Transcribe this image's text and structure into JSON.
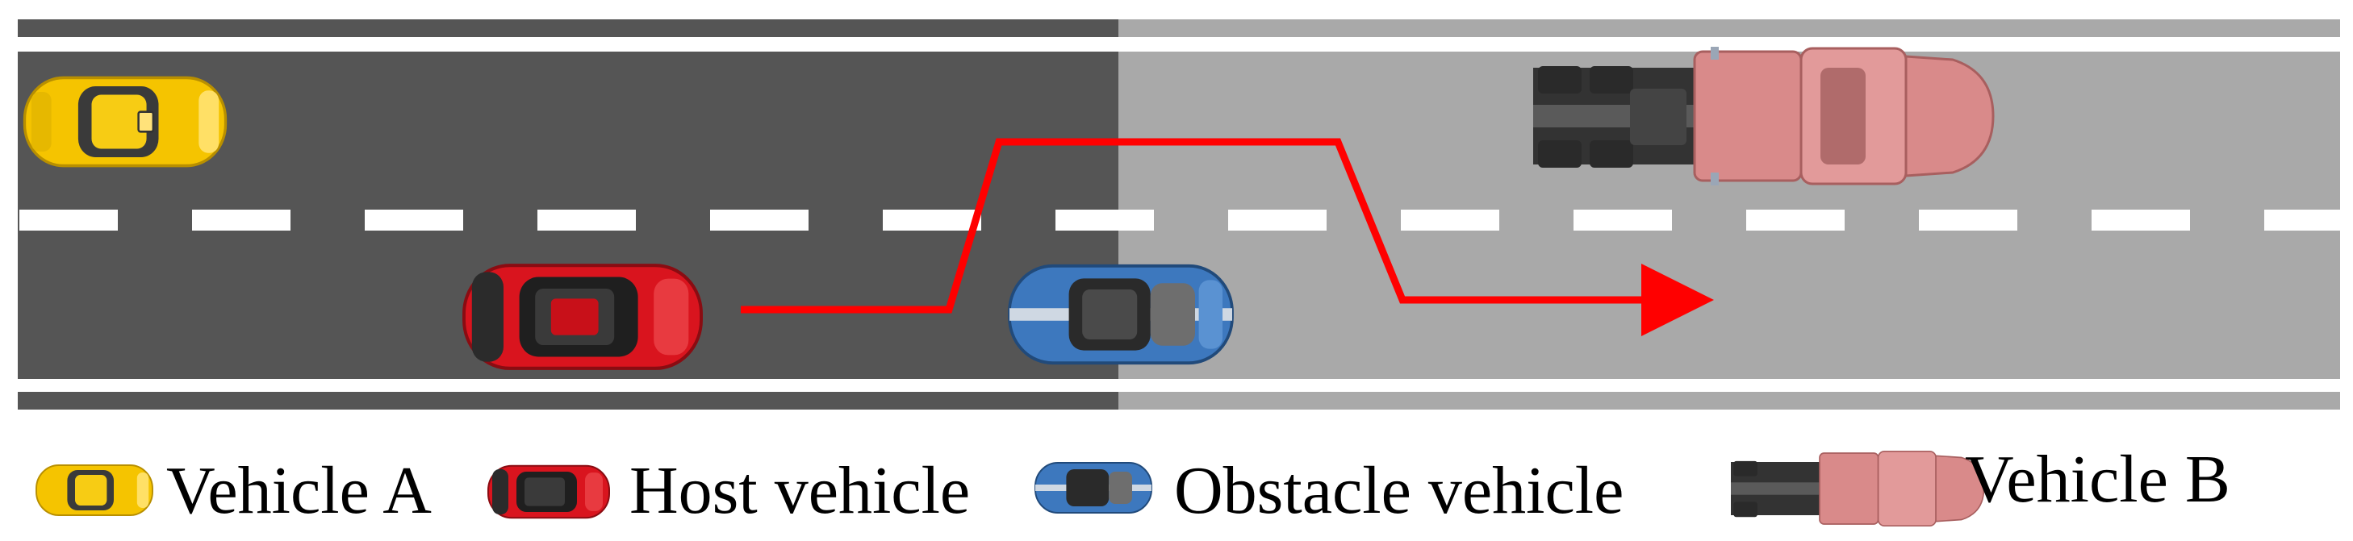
{
  "legend": {
    "vehicle_a": "Vehicle A",
    "host_vehicle": "Host vehicle",
    "obstacle_vehicle": "Obstacle vehicle",
    "vehicle_b": "Vehicle B"
  },
  "colors": {
    "road_dark": "#555555",
    "road_light": "#a9a9a9",
    "lane_marking": "#ffffff",
    "trajectory": "#ff0000",
    "vehicle_a": "#f5c400",
    "host_vehicle": "#d9141e",
    "obstacle_vehicle": "#3d78be",
    "vehicle_b": "#d98a8a"
  },
  "icons": {
    "vehicle_a": "taxi-top-view-icon",
    "host_vehicle": "red-car-top-view-icon",
    "obstacle_vehicle": "blue-car-top-view-icon",
    "vehicle_b": "truck-top-view-icon"
  }
}
